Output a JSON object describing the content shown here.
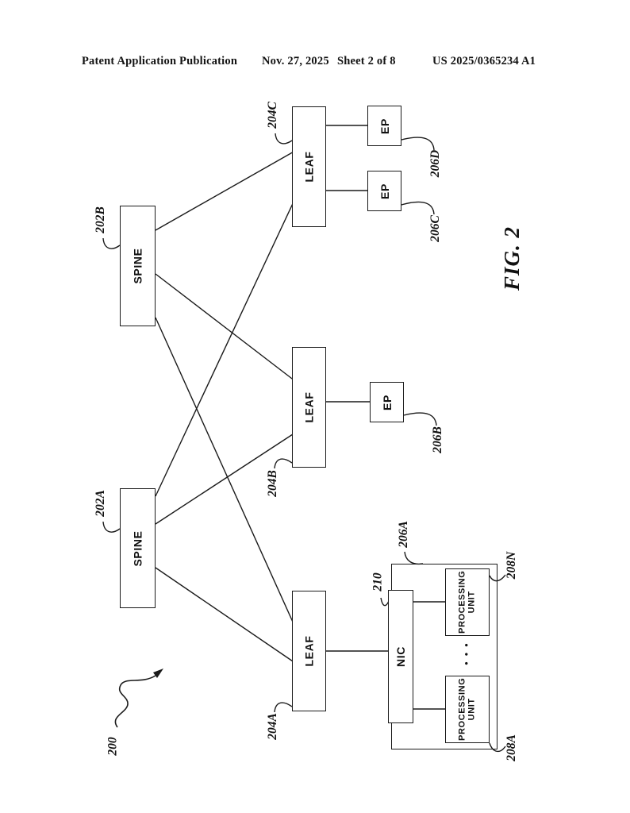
{
  "header": {
    "publication": "Patent Application Publication",
    "date": "Nov. 27, 2025",
    "sheet": "Sheet 2 of 8",
    "number": "US 2025/0365234 A1"
  },
  "figure": {
    "caption": "FIG. 2",
    "system_ref": "200"
  },
  "nodes": {
    "spine_b": {
      "label": "SPINE",
      "ref": "202B"
    },
    "spine_a": {
      "label": "SPINE",
      "ref": "202A"
    },
    "leaf_c": {
      "label": "LEAF",
      "ref": "204C"
    },
    "leaf_b": {
      "label": "LEAF",
      "ref": "204B"
    },
    "leaf_a": {
      "label": "LEAF",
      "ref": "204A"
    },
    "ep_d": {
      "label": "EP",
      "ref": "206D"
    },
    "ep_c": {
      "label": "EP",
      "ref": "206C"
    },
    "ep_b": {
      "label": "EP",
      "ref": "206B"
    },
    "host": {
      "ref": "206A"
    },
    "nic": {
      "label": "NIC",
      "ref": "210"
    },
    "pu_n": {
      "line1": "PROCESSING",
      "line2": "UNIT",
      "ref": "208N"
    },
    "pu_a": {
      "line1": "PROCESSING",
      "line2": "UNIT",
      "ref": "208A"
    },
    "ellipsis": "• • •"
  },
  "colors": {
    "ink": "#1a1a1a",
    "paper": "#ffffff"
  }
}
